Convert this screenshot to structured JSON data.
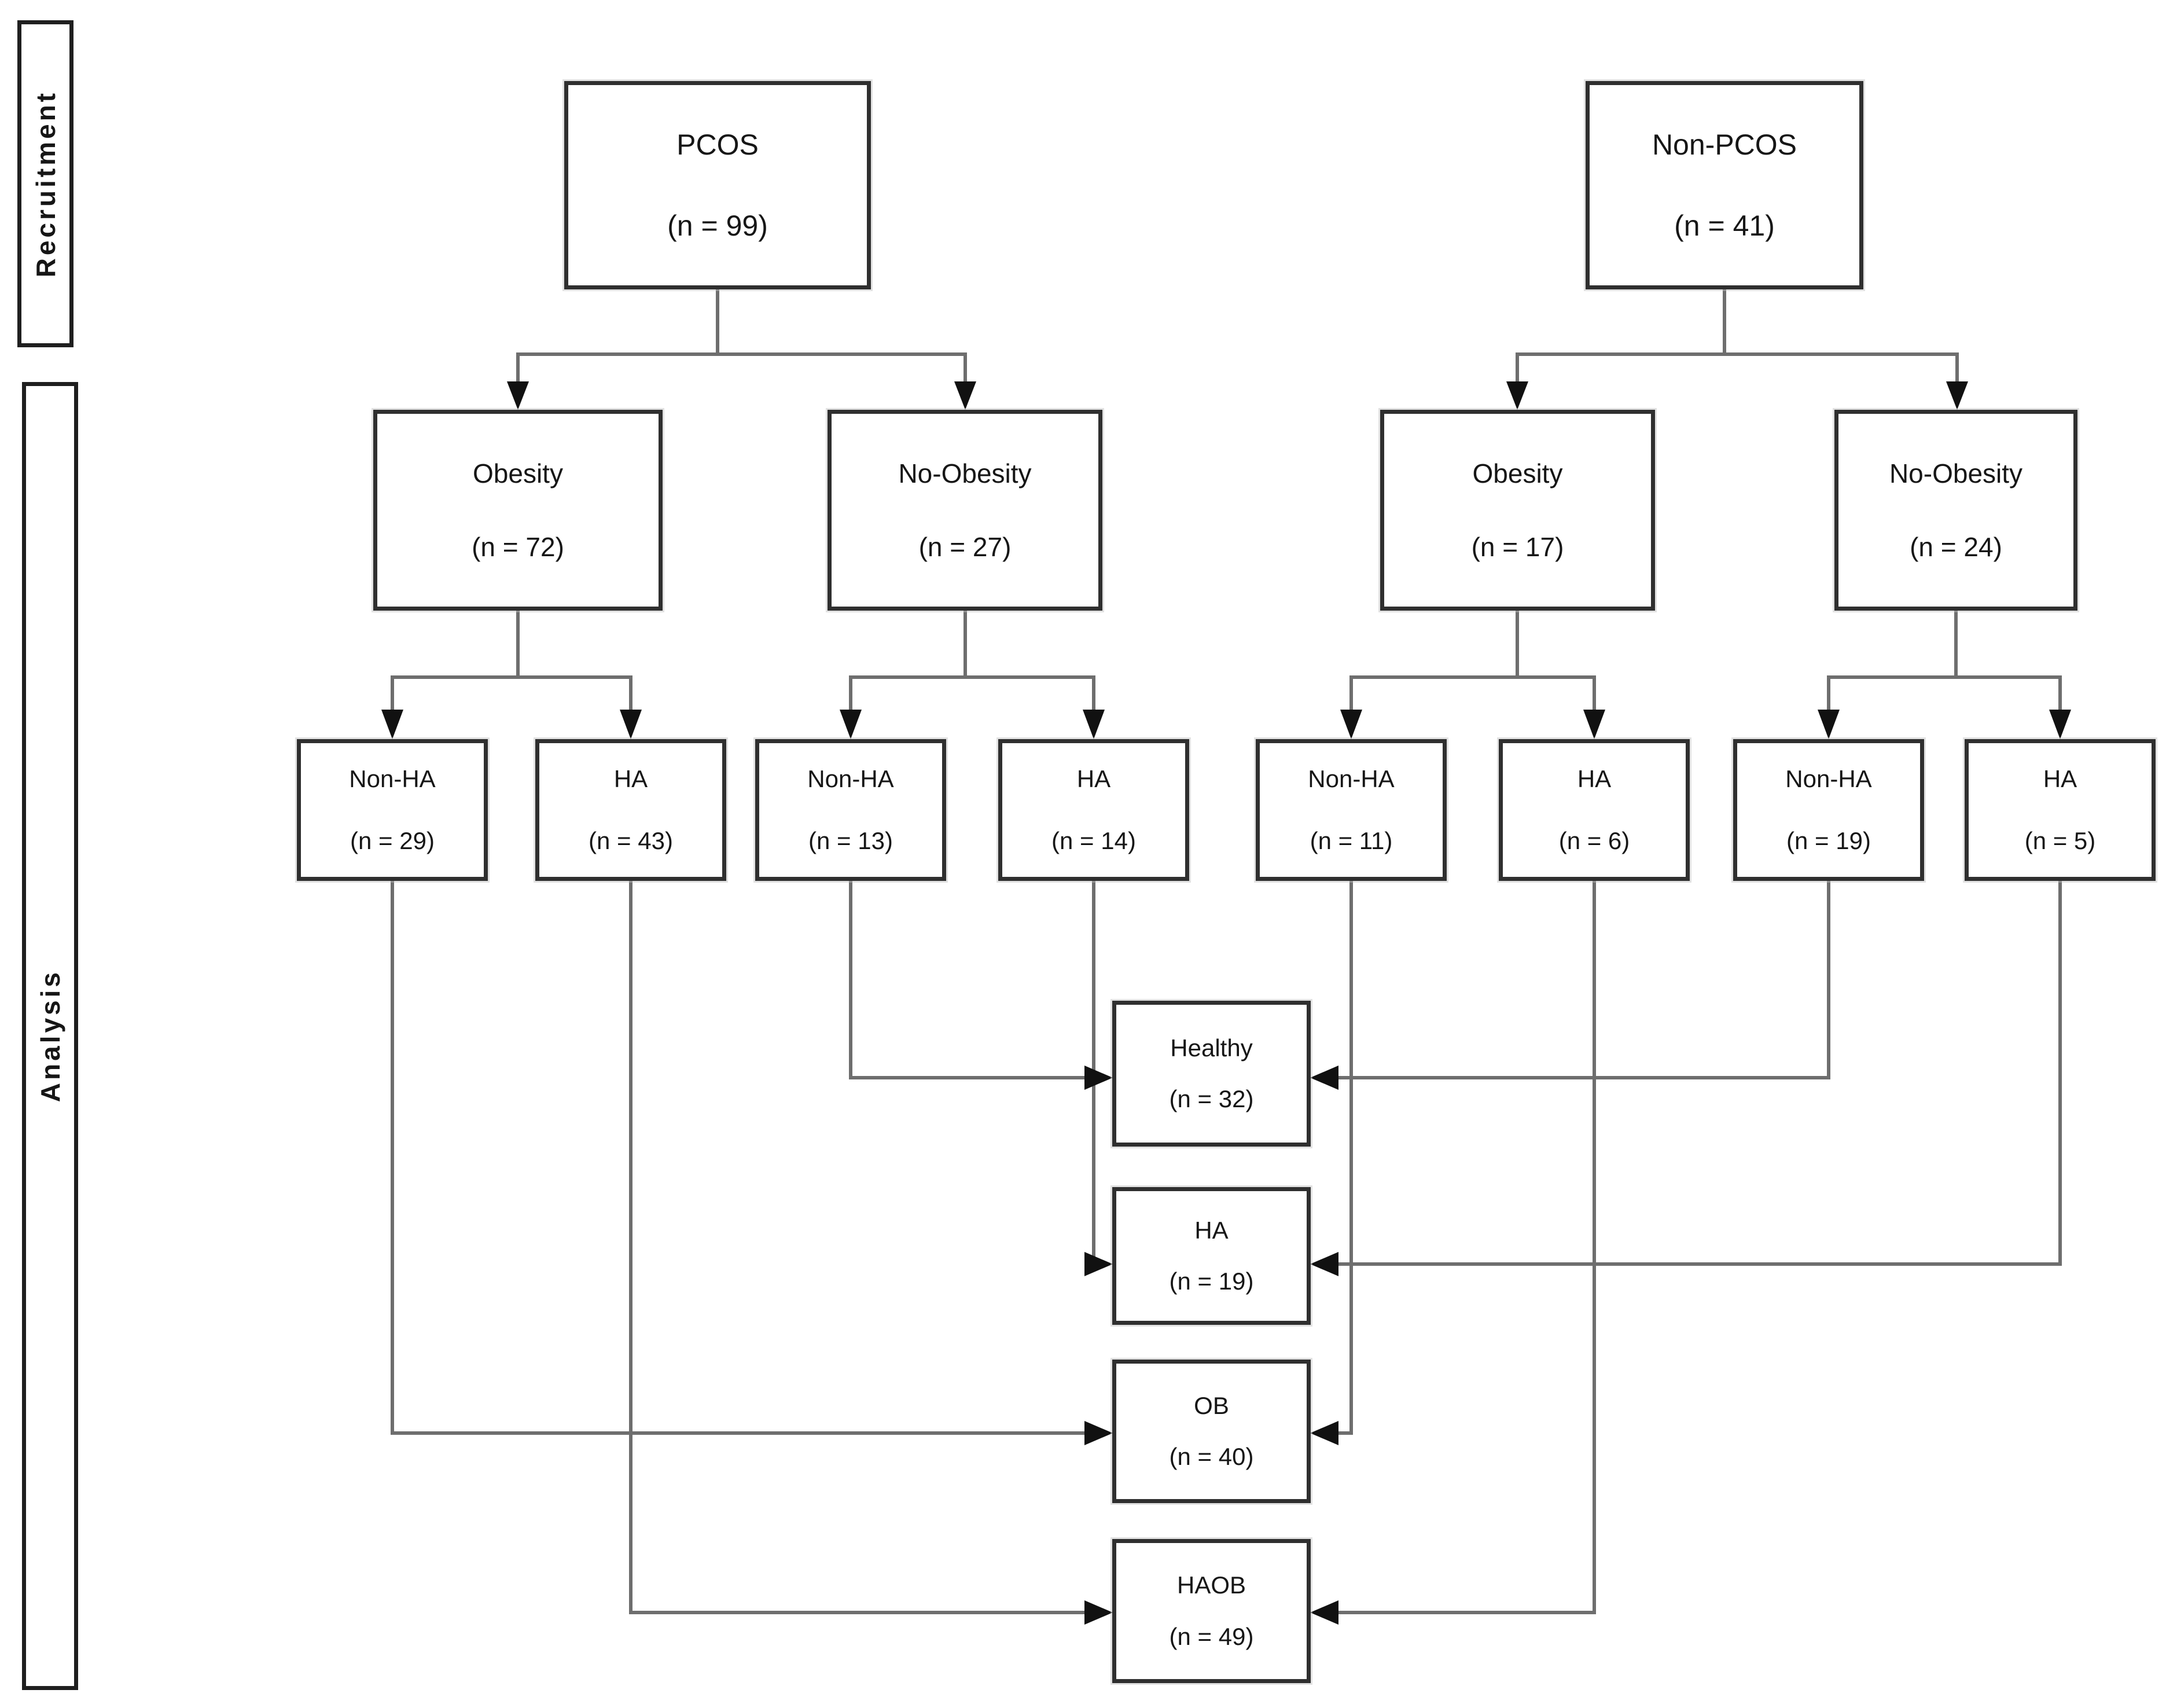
{
  "sidebar": {
    "recruitment": {
      "label": "Recruitment"
    },
    "analysis": {
      "label": "Analysis"
    }
  },
  "nodes": {
    "pcos": {
      "label": "PCOS",
      "n": "(n = 99)"
    },
    "non_pcos": {
      "label": "Non-PCOS",
      "n": "(n = 41)"
    },
    "pcos_obesity": {
      "label": "Obesity",
      "n": "(n = 72)"
    },
    "pcos_no_obesity": {
      "label": "No-Obesity",
      "n": "(n = 27)"
    },
    "nonpcos_obesity": {
      "label": "Obesity",
      "n": "(n = 17)"
    },
    "nonpcos_no_obesity": {
      "label": "No-Obesity",
      "n": "(n = 24)"
    },
    "pcos_ob_nonha": {
      "label": "Non-HA",
      "n": "(n = 29)"
    },
    "pcos_ob_ha": {
      "label": "HA",
      "n": "(n = 43)"
    },
    "pcos_noob_nonha": {
      "label": "Non-HA",
      "n": "(n = 13)"
    },
    "pcos_noob_ha": {
      "label": "HA",
      "n": "(n = 14)"
    },
    "nonpcos_ob_nonha": {
      "label": "Non-HA",
      "n": "(n = 11)"
    },
    "nonpcos_ob_ha": {
      "label": "HA",
      "n": "(n = 6)"
    },
    "nonpcos_noob_nonha": {
      "label": "Non-HA",
      "n": "(n = 19)"
    },
    "nonpcos_noob_ha": {
      "label": "HA",
      "n": "(n = 5)"
    },
    "healthy_group": {
      "label": "Healthy",
      "n": "(n = 32)"
    },
    "ha_group": {
      "label": "HA",
      "n": "(n = 19)"
    },
    "ob_group": {
      "label": "OB",
      "n": "(n = 40)"
    },
    "haob_group": {
      "label": "HAOB",
      "n": "(n = 49)"
    }
  },
  "colors": {
    "line": "#6e6e6e",
    "arrow": "#111111",
    "box_border": "#2f2f2f",
    "text": "#161616",
    "background": "#ffffff"
  }
}
